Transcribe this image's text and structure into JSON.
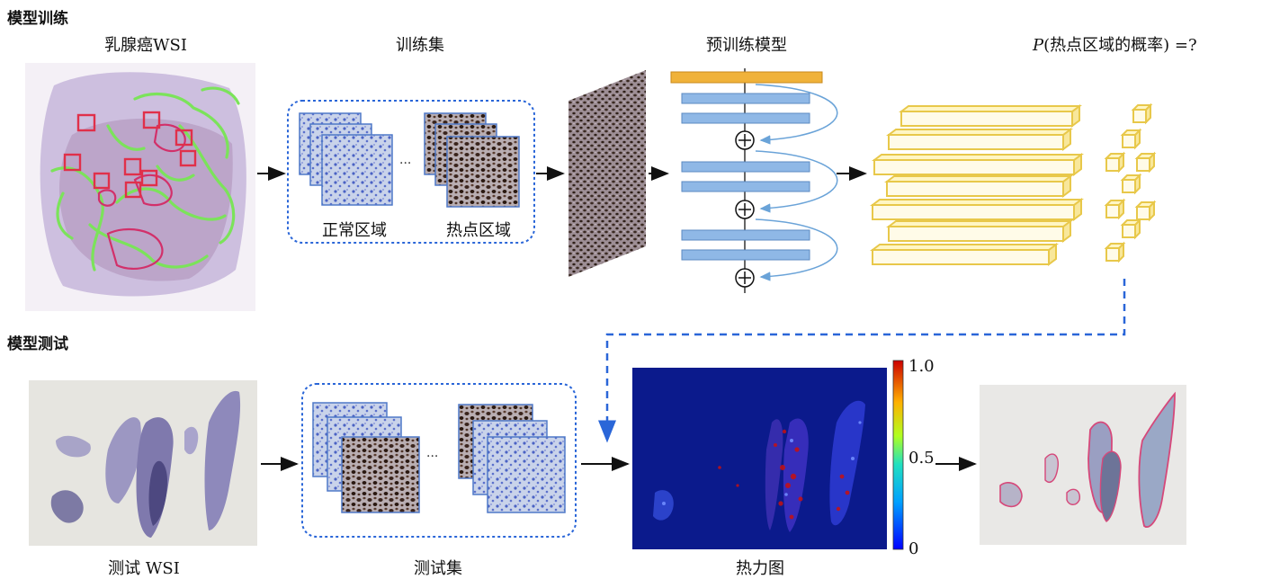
{
  "sections": {
    "training_title": "模型训练",
    "testing_title": "模型测试"
  },
  "training": {
    "wsi_caption": "乳腺癌WSI",
    "trainset_caption": "训练集",
    "normal_label": "正常区域",
    "hotspot_label": "热点区域",
    "ellipsis": "···",
    "model_caption": "预训练模型",
    "prob_caption_p": "P",
    "prob_caption_rest": "(热点区域的概率) =?"
  },
  "testing": {
    "wsi_caption": "测试  WSI",
    "testset_caption": "测试集",
    "ellipsis": "···",
    "heatmap_caption": "热力图"
  },
  "colorbar": {
    "max_label": "1.0",
    "mid_label": "0.5",
    "min_label": "0",
    "range": [
      0,
      1
    ]
  },
  "colors": {
    "annotation_box": "#e0304a",
    "tumor_outline": "#7be35a",
    "model_top_layer": "#f0b23a",
    "model_layer": "#8fb8e6",
    "feature_map_outline": "#e8c84a",
    "dashed_connector": "#2a66d8",
    "heatmap_bg": "#0b1a8c"
  },
  "icons": {
    "plus_node": "circled-plus-icon",
    "arrow": "right-arrow-icon"
  }
}
